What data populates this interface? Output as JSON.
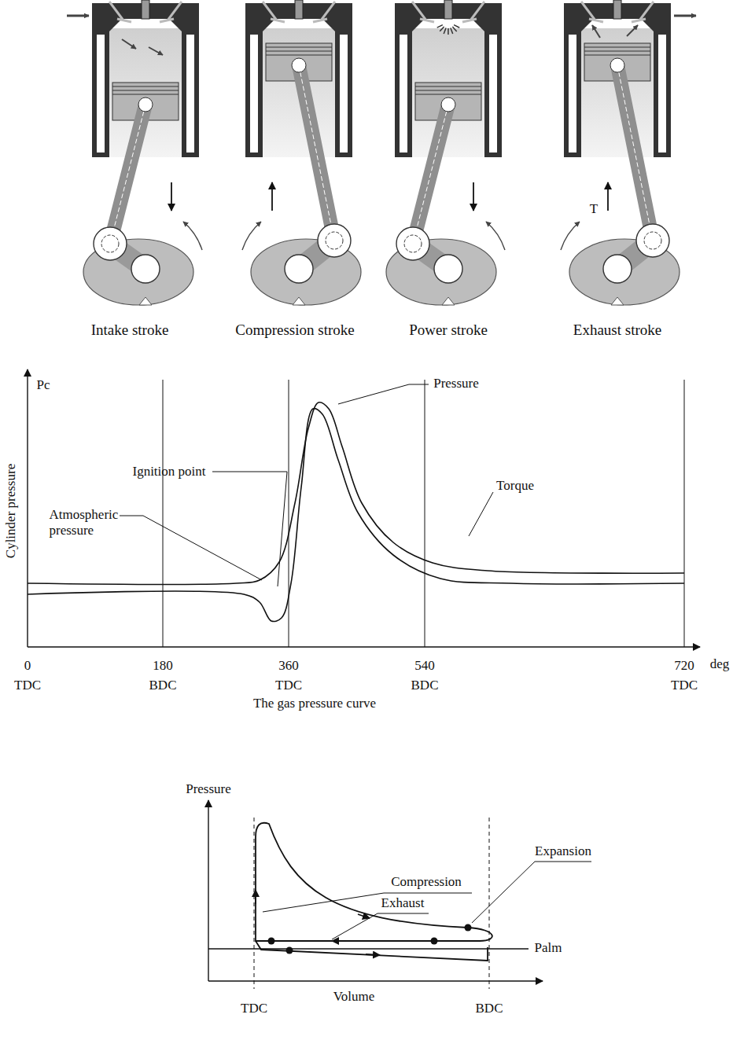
{
  "diagram": {
    "labels": [
      "T",
      "Intake stroke",
      "Compression stroke",
      "Power stroke",
      "Exhaust stroke",
      "Pc",
      "Cylinder pressure",
      "Ignition point",
      "Atmospheric pressure",
      "Pressure",
      "Torque",
      "0",
      "TDC",
      "180",
      "BDC",
      "360",
      "TDC",
      "540",
      "BDC",
      "720",
      "TDC",
      "deg",
      "The gas pressure curve",
      "Pressure",
      "Expansion",
      "Compression",
      "Exhaust",
      "Palm",
      "TDC",
      "Volume",
      "BDC"
    ]
  }
}
